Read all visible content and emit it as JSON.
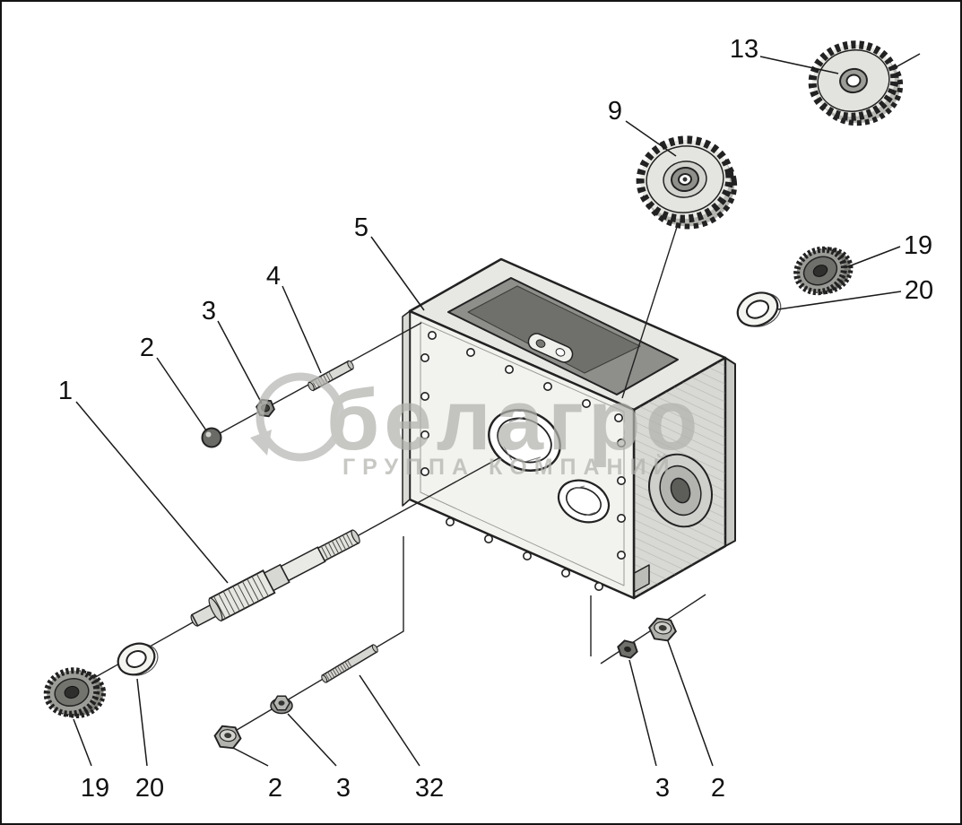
{
  "diagram": {
    "watermark": {
      "brand": "белагро",
      "tagline": "ГРУППА КОМПАНИЙ"
    },
    "callouts": [
      {
        "label": "13"
      },
      {
        "label": "9"
      },
      {
        "label": "5"
      },
      {
        "label": "4"
      },
      {
        "label": "3"
      },
      {
        "label": "2"
      },
      {
        "label": "1"
      },
      {
        "label": "19"
      },
      {
        "label": "20"
      },
      {
        "label": "19"
      },
      {
        "label": "20"
      },
      {
        "label": "2"
      },
      {
        "label": "3"
      },
      {
        "label": "32"
      },
      {
        "label": "3"
      },
      {
        "label": "2"
      }
    ]
  }
}
